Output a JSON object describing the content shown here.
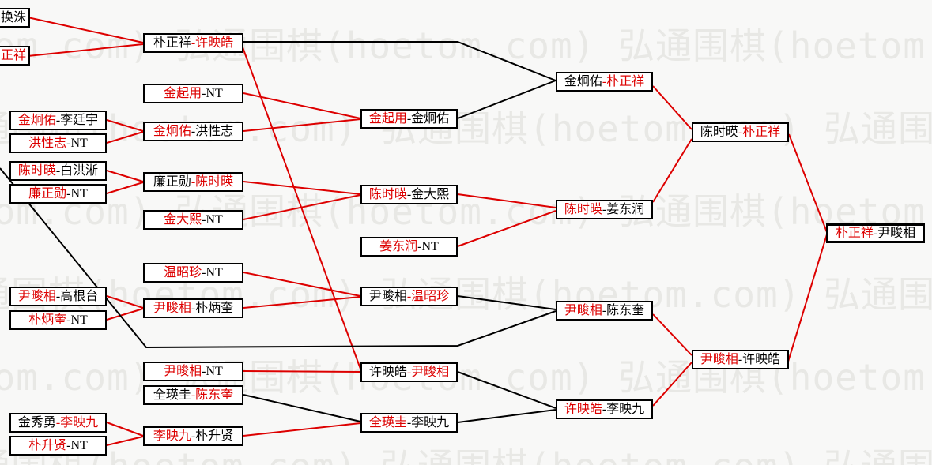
{
  "watermark": {
    "text": "弘通围棋(hoetom.com)"
  },
  "colors": {
    "red": "#dd0000",
    "black": "#000000",
    "background": "#f8f8f7",
    "watermark_gray": "#e8e8e5",
    "box_background": "#ffffff"
  },
  "bracket": {
    "c1": [
      {
        "left": {
          "text": "换洙",
          "color": "black"
        }
      },
      {
        "left": {
          "text": "正祥",
          "color": "red"
        }
      }
    ],
    "c2": [
      {
        "left": {
          "text": "金炯佑",
          "color": "red"
        },
        "right": {
          "text": "-李廷宇",
          "color": "black"
        }
      },
      {
        "left": {
          "text": "洪性志",
          "color": "red"
        },
        "right": {
          "text": "-NT",
          "color": "black"
        }
      },
      {
        "left": {
          "text": "陈时暎",
          "color": "red"
        },
        "right": {
          "text": "-白洪淅",
          "color": "black"
        }
      },
      {
        "left": {
          "text": "廉正勋",
          "color": "red"
        },
        "right": {
          "text": "-NT",
          "color": "black"
        }
      },
      {
        "left": {
          "text": "尹畯相",
          "color": "red"
        },
        "right": {
          "text": "-高根台",
          "color": "black"
        }
      },
      {
        "left": {
          "text": "朴炳奎",
          "color": "red"
        },
        "right": {
          "text": "-NT",
          "color": "black"
        }
      },
      {
        "left": {
          "text": "金秀勇",
          "color": "black"
        },
        "right": {
          "text": "-李映九",
          "color": "red"
        }
      },
      {
        "left": {
          "text": "朴升贤",
          "color": "red"
        },
        "right": {
          "text": "-NT",
          "color": "black"
        }
      }
    ],
    "c3": [
      {
        "left": {
          "text": "朴正祥",
          "color": "black"
        },
        "right": {
          "text": "-许映皓",
          "color": "red"
        }
      },
      {
        "left": {
          "text": "金起用",
          "color": "red"
        },
        "right": {
          "text": "-NT",
          "color": "black"
        }
      },
      {
        "left": {
          "text": "金炯佑",
          "color": "red"
        },
        "right": {
          "text": "-洪性志",
          "color": "black"
        }
      },
      {
        "left": {
          "text": "廉正勋",
          "color": "black"
        },
        "right": {
          "text": "-陈时暎",
          "color": "red"
        }
      },
      {
        "left": {
          "text": "金大熙",
          "color": "red"
        },
        "right": {
          "text": "-NT",
          "color": "black"
        }
      },
      {
        "left": {
          "text": "温昭珍",
          "color": "red"
        },
        "right": {
          "text": "-NT",
          "color": "black"
        }
      },
      {
        "left": {
          "text": "尹畯相",
          "color": "red"
        },
        "right": {
          "text": "-朴炳奎",
          "color": "black"
        }
      },
      {
        "left": {
          "text": "尹畯相",
          "color": "red"
        },
        "right": {
          "text": "-NT",
          "color": "black"
        }
      },
      {
        "left": {
          "text": "全瑛圭",
          "color": "black"
        },
        "right": {
          "text": "-陈东奎",
          "color": "red"
        }
      },
      {
        "left": {
          "text": "李映九",
          "color": "red"
        },
        "right": {
          "text": "-朴升贤",
          "color": "black"
        }
      }
    ],
    "c4": [
      {
        "left": {
          "text": "金起用",
          "color": "red"
        },
        "right": {
          "text": "-金炯佑",
          "color": "black"
        }
      },
      {
        "left": {
          "text": "陈时暎",
          "color": "red"
        },
        "right": {
          "text": "-金大熙",
          "color": "black"
        }
      },
      {
        "left": {
          "text": "姜东润",
          "color": "red"
        },
        "right": {
          "text": "-NT",
          "color": "black"
        }
      },
      {
        "left": {
          "text": "尹畯相",
          "color": "black"
        },
        "right": {
          "text": "-温昭珍",
          "color": "red"
        }
      },
      {
        "left": {
          "text": "许映皓",
          "color": "black"
        },
        "right": {
          "text": "-尹畯相",
          "color": "red"
        }
      },
      {
        "left": {
          "text": "全瑛圭",
          "color": "red"
        },
        "right": {
          "text": "-李映九",
          "color": "black"
        }
      }
    ],
    "c5": [
      {
        "left": {
          "text": "金炯佑",
          "color": "black"
        },
        "right": {
          "text": "-朴正祥",
          "color": "red"
        }
      },
      {
        "left": {
          "text": "陈时暎",
          "color": "red"
        },
        "right": {
          "text": "-姜东润",
          "color": "black"
        }
      },
      {
        "left": {
          "text": "尹畯相",
          "color": "red"
        },
        "right": {
          "text": "-陈东奎",
          "color": "black"
        }
      },
      {
        "left": {
          "text": "许映皓",
          "color": "red"
        },
        "right": {
          "text": "-李映九",
          "color": "black"
        }
      }
    ],
    "c6": [
      {
        "left": {
          "text": "陈时暎",
          "color": "black"
        },
        "right": {
          "text": "-朴正祥",
          "color": "red"
        }
      },
      {
        "left": {
          "text": "尹畯相",
          "color": "red"
        },
        "right": {
          "text": "-许映皓",
          "color": "black"
        }
      }
    ],
    "c7": [
      {
        "left": {
          "text": "朴正祥",
          "color": "red"
        },
        "right": {
          "text": "-尹畯相",
          "color": "black"
        }
      }
    ]
  }
}
